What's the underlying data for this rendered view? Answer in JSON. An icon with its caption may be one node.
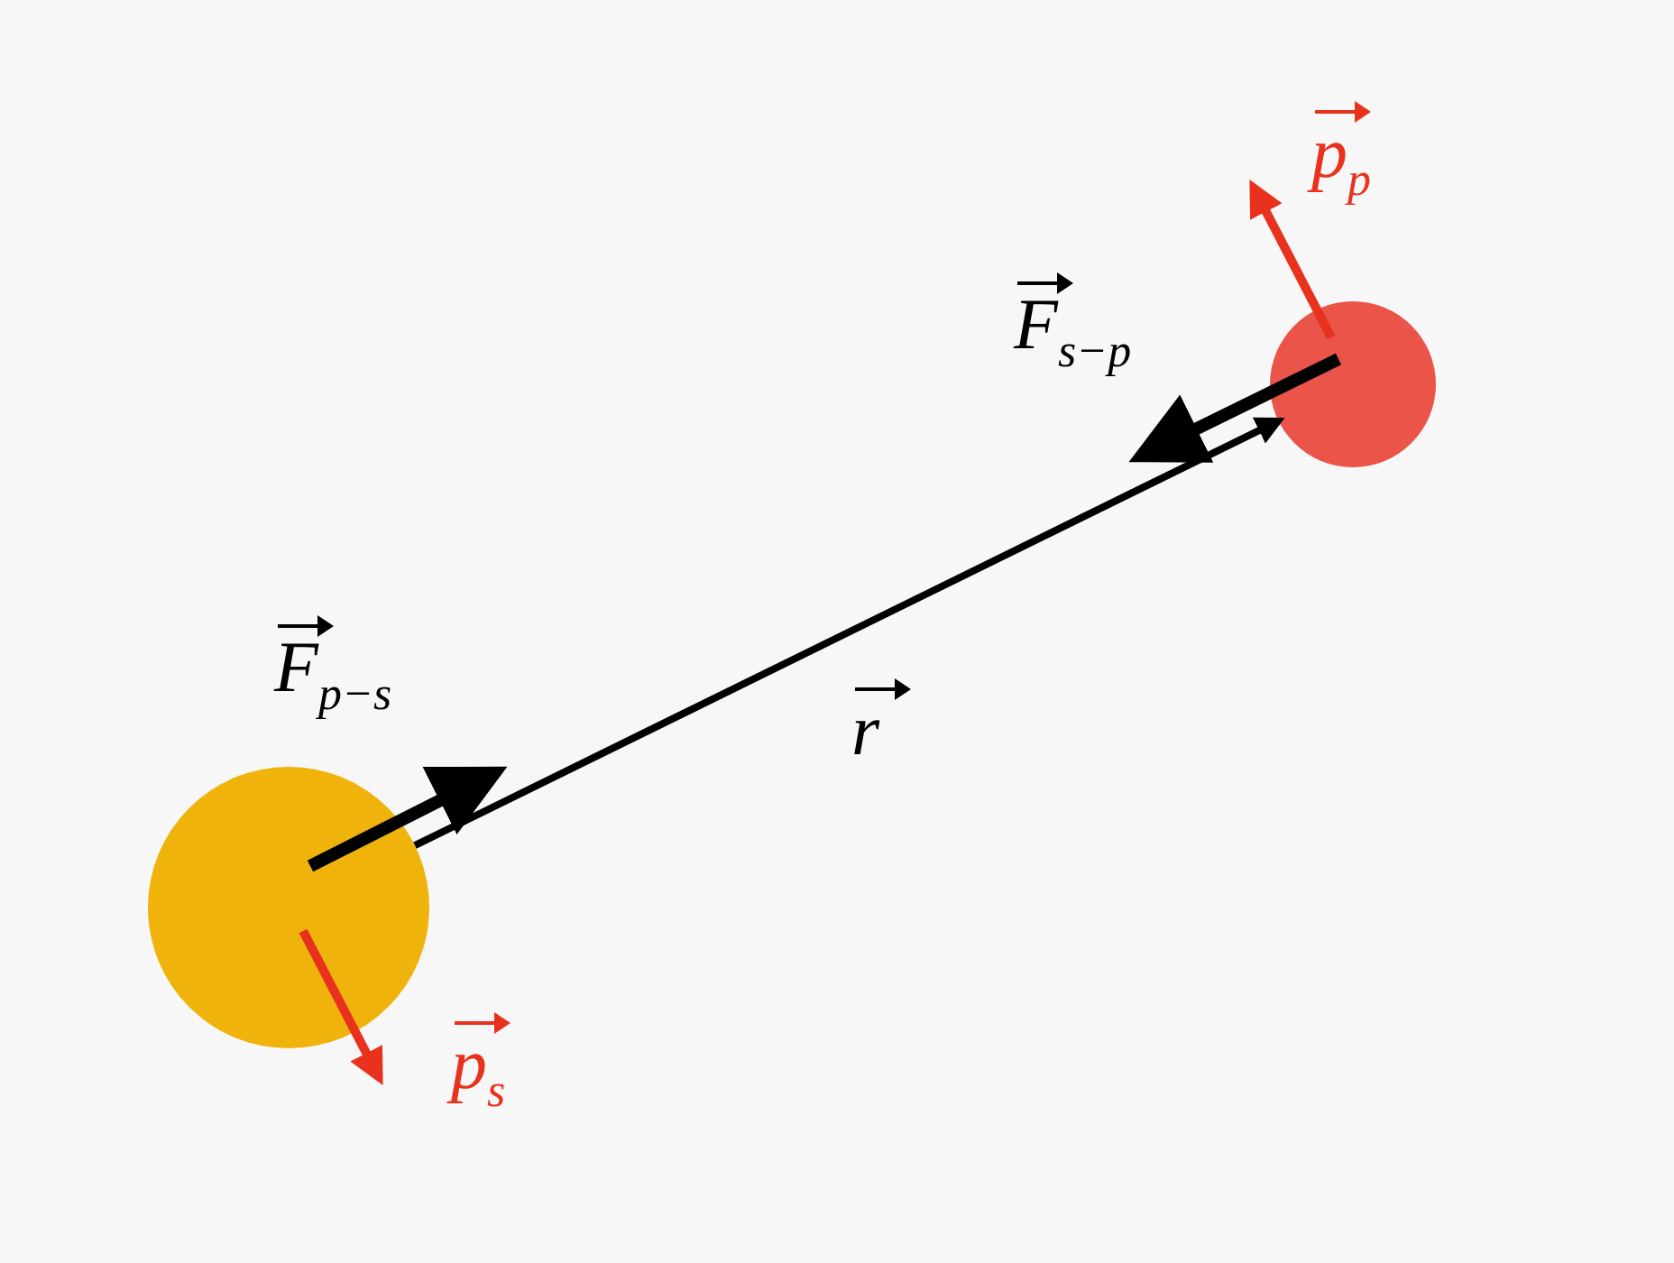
{
  "diagram": {
    "nodes": [
      {
        "text": [],
        "shape": "circle"
      },
      {
        "text": [],
        "shape": "circle"
      }
    ],
    "edges": [
      {
        "from": 0,
        "to": 1,
        "arrow": "to"
      }
    ],
    "labels": [
      "p$_{p}$",
      "F$_{s−p}$",
      "F$_{p−s}$",
      "r",
      "p$_{s}$"
    ]
  }
}
